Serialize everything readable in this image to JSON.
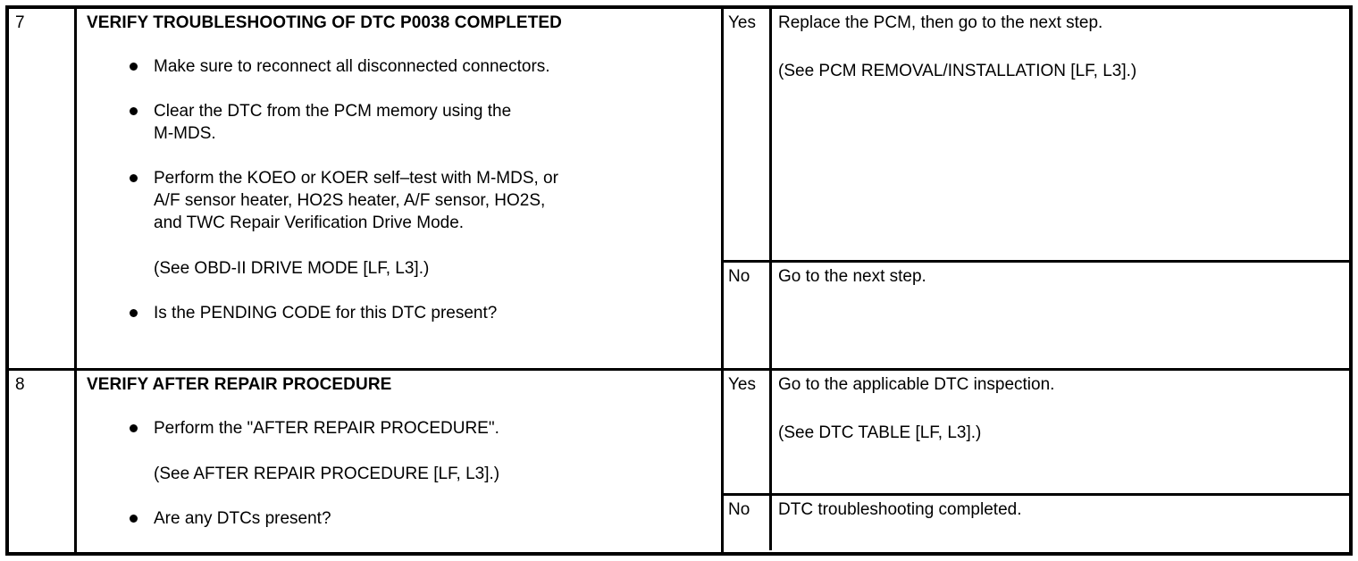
{
  "table": {
    "columns": [
      "step",
      "action",
      "result",
      "detail"
    ],
    "rows": [
      {
        "step": "7",
        "title": "VERIFY TROUBLESHOOTING OF DTC P0038 COMPLETED",
        "bullets": [
          [
            "Make sure to reconnect all disconnected connectors."
          ],
          [
            "Clear the DTC from the PCM memory using the",
            "M-MDS."
          ],
          [
            "Perform the KOEO or KOER self–test with M-MDS, or",
            "A/F sensor heater, HO2S heater, A/F sensor, HO2S,",
            "and TWC Repair Verification Drive Mode."
          ]
        ],
        "note": "(See OBD-II DRIVE MODE [LF, L3].)",
        "final_bullet": [
          "Is the PENDING CODE for this DTC present?"
        ],
        "results": [
          {
            "label": "Yes",
            "lines": [
              "Replace the PCM, then go to the next step.",
              "(See PCM REMOVAL/INSTALLATION [LF, L3].)"
            ]
          },
          {
            "label": "No",
            "lines": [
              "Go to the next step."
            ]
          }
        ]
      },
      {
        "step": "8",
        "title": "VERIFY AFTER REPAIR PROCEDURE",
        "bullets": [
          [
            "Perform the \"AFTER REPAIR PROCEDURE\"."
          ]
        ],
        "note": "(See AFTER REPAIR PROCEDURE [LF, L3].)",
        "final_bullet": [
          "Are any DTCs present?"
        ],
        "results": [
          {
            "label": "Yes",
            "lines": [
              "Go to the applicable DTC inspection.",
              "(See DTC TABLE [LF, L3].)"
            ]
          },
          {
            "label": "No",
            "lines": [
              "DTC troubleshooting completed."
            ]
          }
        ]
      }
    ]
  },
  "colors": {
    "border": "#000000",
    "text": "#000000",
    "background": "#ffffff"
  }
}
